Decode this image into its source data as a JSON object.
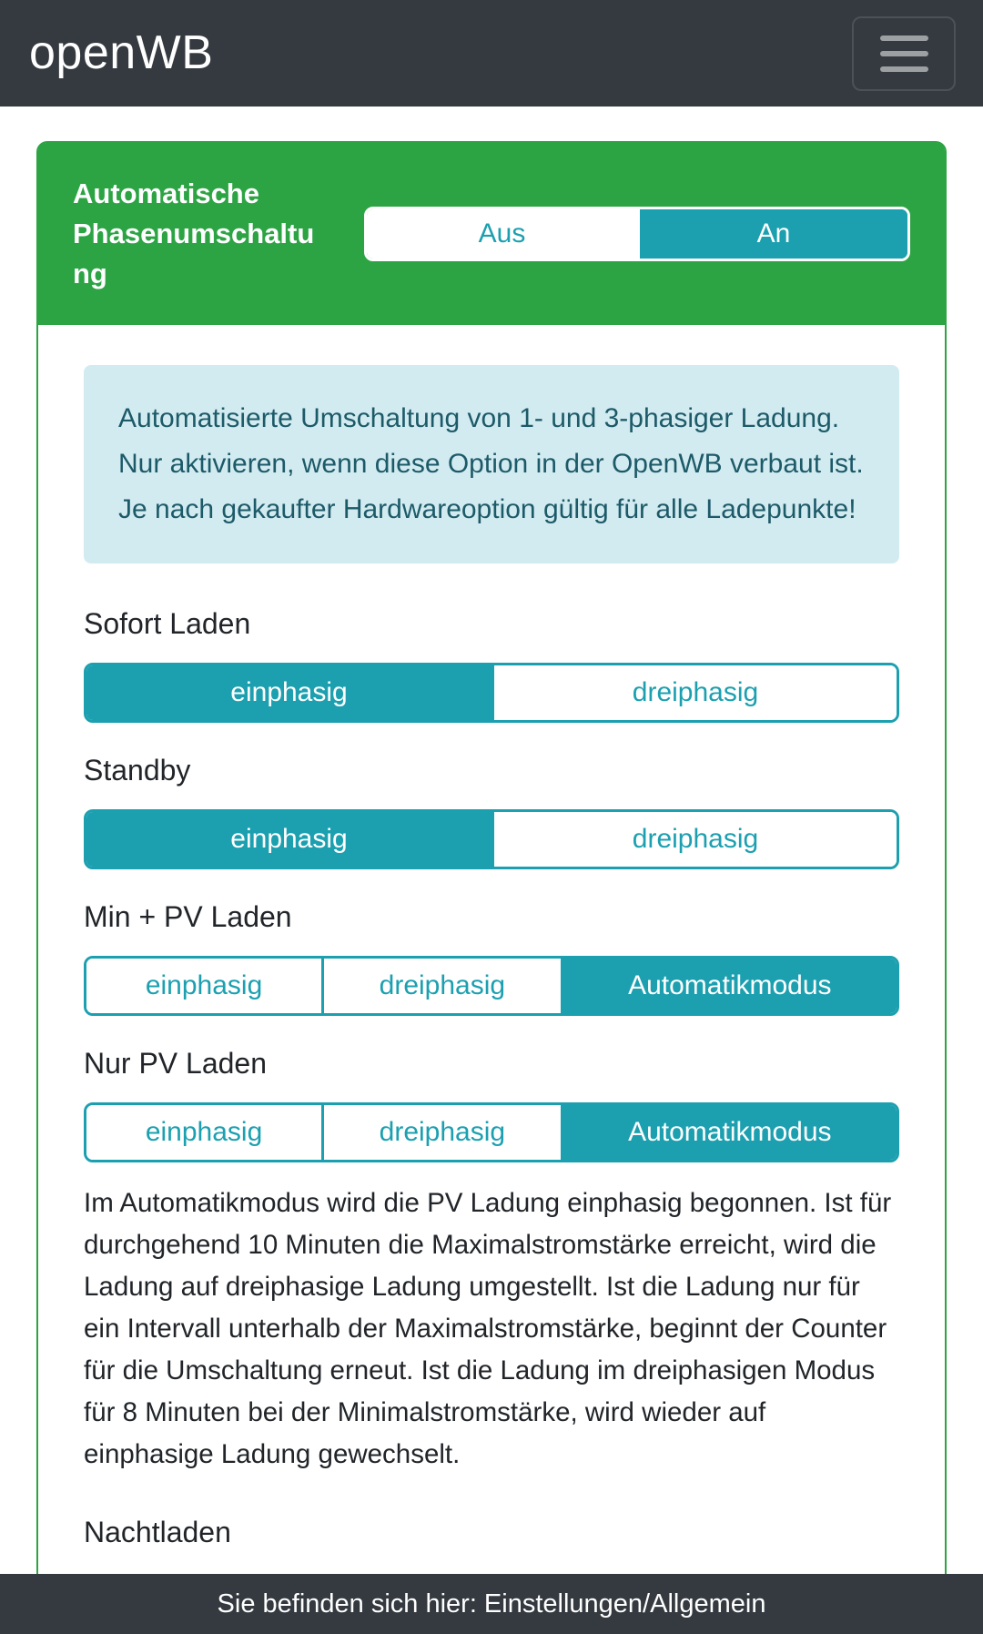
{
  "navbar": {
    "brand": "openWB"
  },
  "card": {
    "title": "Automatische Phasenumschaltung",
    "power_toggle": {
      "options": [
        "Aus",
        "An"
      ],
      "selected": "An"
    },
    "info": "Automatisierte Umschaltung von 1- und 3-phasiger Ladung. Nur aktivieren, wenn diese Option in der OpenWB verbaut ist. Je nach gekaufter Hardwareoption gültig für alle Ladepunkte!",
    "sections": [
      {
        "label": "Sofort Laden",
        "options": [
          "einphasig",
          "dreiphasig"
        ],
        "selected": "einphasig"
      },
      {
        "label": "Standby",
        "options": [
          "einphasig",
          "dreiphasig"
        ],
        "selected": "einphasig"
      },
      {
        "label": "Min + PV Laden",
        "options": [
          "einphasig",
          "dreiphasig",
          "Automatikmodus"
        ],
        "selected": "Automatikmodus"
      },
      {
        "label": "Nur PV Laden",
        "options": [
          "einphasig",
          "dreiphasig",
          "Automatikmodus"
        ],
        "selected": "Automatikmodus"
      }
    ],
    "automatik_note": "Im Automatikmodus wird die PV Ladung einphasig begonnen. Ist für durchgehend 10 Minuten die Maximalstromstärke erreicht, wird die Ladung auf dreiphasige Ladung umgestellt. Ist die Ladung nur für ein Intervall unterhalb der Maximalstromstärke, beginnt der Counter für die Umschaltung erneut. Ist die Ladung im dreiphasigen Modus für 8 Minuten bei der Minimalstromstärke, wird wieder auf einphasige Ladung gewechselt.",
    "next_section_label": "Nachtladen"
  },
  "footer": {
    "text": "Sie befinden sich hier: Einstellungen/Allgemein"
  },
  "colors": {
    "accent_teal": "#1CA0B0",
    "header_green": "#2CA444",
    "navbar_dark": "#343A40",
    "info_background": "#D2EBF1",
    "info_text": "#1D5A68"
  }
}
